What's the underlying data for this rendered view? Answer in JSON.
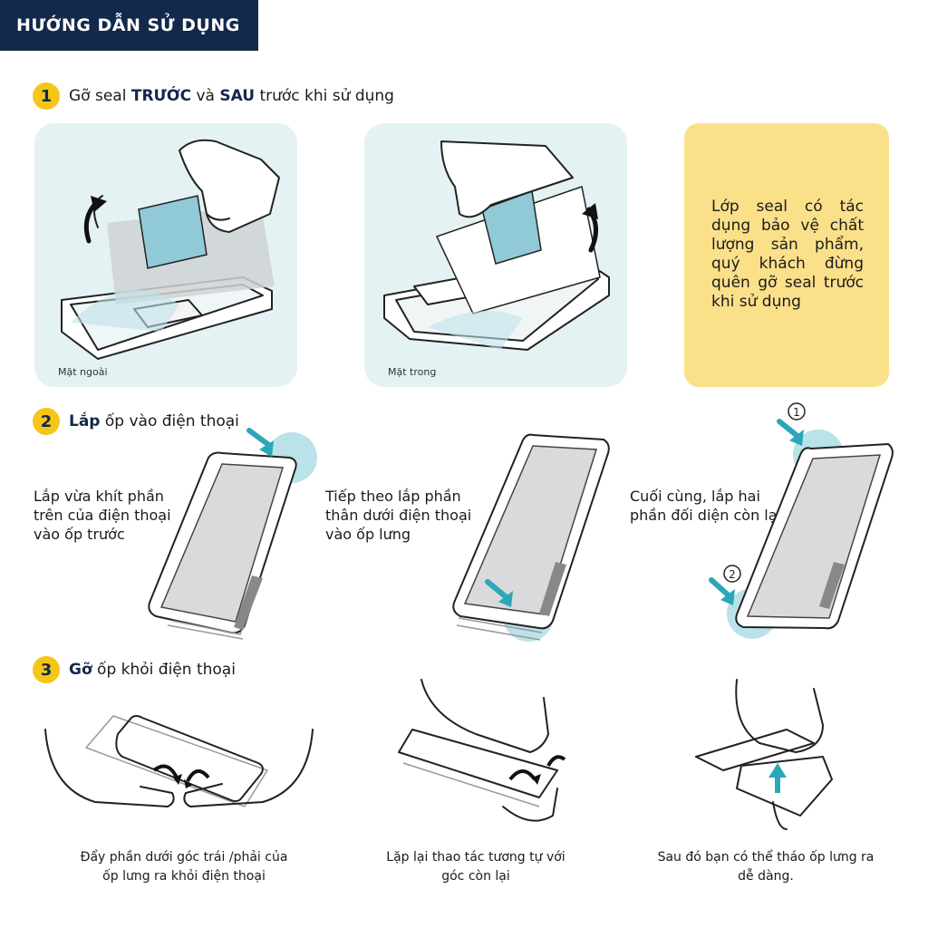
{
  "header": {
    "title": "HƯỚNG DẪN SỬ DỤNG"
  },
  "step1": {
    "number": "1",
    "text_a": "Gỡ seal ",
    "bold_a": "TRƯỚC",
    "text_b": " và ",
    "bold_b": "SAU",
    "text_c": " trước khi sử dụng",
    "panel_outer_caption": "Mặt ngoài",
    "panel_inner_caption": "Mặt trong",
    "note": "Lớp seal có tác dụng bảo vệ chất lượng sản phẩm, quý khách đừng quên gỡ seal trước khi sử dụng"
  },
  "step2": {
    "number": "2",
    "bold": "Lắp",
    "text": " ốp vào điện thoại",
    "desc1": "Lắp vừa khít phần\ntrên của điện thoại\nvào ốp trước",
    "desc2": "Tiếp theo lắp phần\nthân dưới điện thoại\nvào ốp lưng",
    "desc3": "Cuối cùng, lắp hai\nphần đối diện còn lại",
    "marker1": "1",
    "marker2": "2"
  },
  "step3": {
    "number": "3",
    "bold": "Gỡ",
    "text": " ốp khỏi điện thoại",
    "cap1": "Đẩy phần dưới góc trái /phải của\nốp lưng ra khỏi điện thoại",
    "cap2": "Lặp lại thao tác tương tự với\ngóc còn lại",
    "cap3": "Sau đó bạn có thể tháo ốp lưng ra\ndễ dàng."
  },
  "colors": {
    "navy": "#13294b",
    "yellow": "#f5c518",
    "note_bg": "#fbe08a",
    "panel_bg": "#e4f2f4",
    "accent": "#2aa7b8"
  }
}
